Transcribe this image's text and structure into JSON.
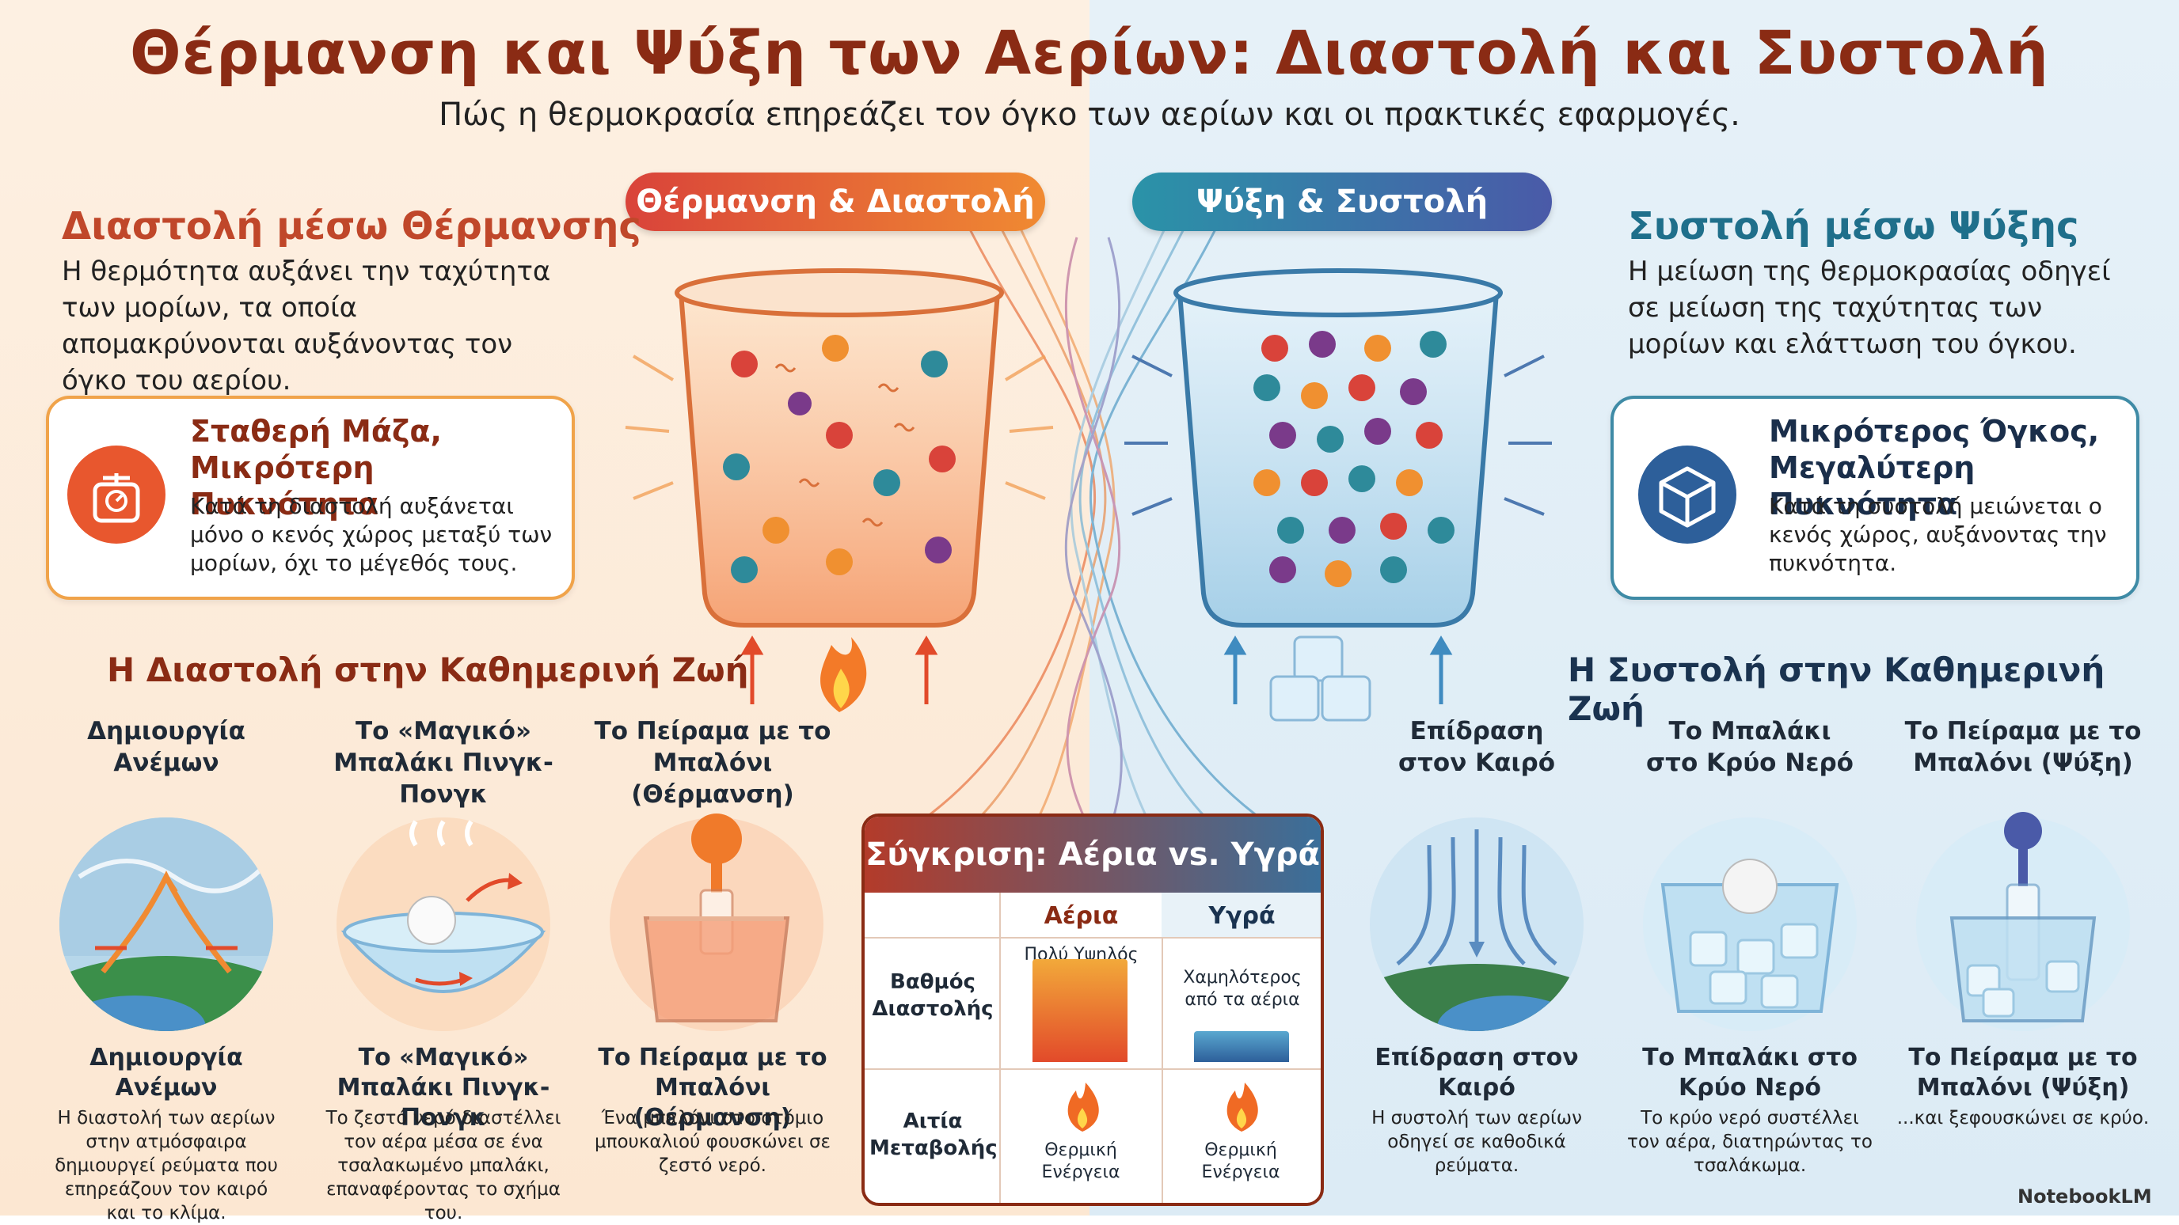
{
  "title": "Θέρμανση και Ψύξη των Αερίων: Διαστολή και Συστολή",
  "subtitle": "Πώς η θερμοκρασία επηρεάζει τον όγκο των αερίων και οι πρακτικές εφαρμογές.",
  "pills": {
    "heat": "Θέρμανση & Διαστολή",
    "cool": "Ψύξη & Συστολή"
  },
  "left_section": {
    "title": "Διαστολή μέσω Θέρμανσης",
    "text": "Η θερμότητα αυξάνει την ταχύτητα των μορίων, τα οποία απομακρύνονται αυξάνοντας τον όγκο του αερίου."
  },
  "right_section": {
    "title": "Συστολή μέσω Ψύξης",
    "text": "Η μείωση της θερμοκρασίας οδηγεί σε μείωση της ταχύτητας των μορίων και ελάττωση του όγκου."
  },
  "callout_left": {
    "title_1": "Σταθερή Μάζα,",
    "title_2": "Μικρότερη Πυκνότητα",
    "text": "Κατά τη διαστολή αυξάνεται μόνο ο κενός χώρος μεταξύ των μορίων, όχι το μέγεθός τους."
  },
  "callout_right": {
    "title_1": "Μικρότερος Όγκος,",
    "title_2": "Μεγαλύτερη Πυκνότητα",
    "text": "Κατά τη συστολή μειώνεται ο κενός χώρος, αυξάνοντας την πυκνότητα."
  },
  "life_left": {
    "title": "Η Διαστολή στην Καθημερινή Ζωή",
    "items": [
      {
        "heading": "Δημιουργία\nΑνέμων",
        "caption": "Δημιουργία Ανέμων",
        "text": "Η διαστολή των αερίων στην ατμόσφαιρα δημιουργεί ρεύματα που επηρεάζουν τον καιρό και το κλίμα."
      },
      {
        "heading": "Το «Μαγικό»\nΜπαλάκι Πινγκ-Πονγκ",
        "caption": "Το «Μαγικό» Μπαλάκι Πινγκ-Πονγκ",
        "text": "Το ζεστό νερό διαστέλλει τον αέρα μέσα σε ένα τσαλακωμένο μπαλάκι, επαναφέροντας το σχήμα του."
      },
      {
        "heading": "Το Πείραμα με το\nΜπαλόνι (Θέρμανση)",
        "caption": "Το Πείραμα με το Μπαλόνι (Θέρμανση)",
        "text": "Ένα μπαλόνι στο στόμιο μπουκαλιού φουσκώνει σε ζεστό νερό."
      }
    ]
  },
  "life_right": {
    "title": "Η Συστολή στην Καθημερινή Ζωή",
    "items": [
      {
        "heading": "Επίδραση\nστον Καιρό",
        "caption": "Επίδραση στον Καιρό",
        "text": "Η συστολή των αερίων οδηγεί σε καθοδικά ρεύματα."
      },
      {
        "heading": "Το Μπαλάκι\nστο Κρύο Νερό",
        "caption": "Το Μπαλάκι στο Κρύο Νερό",
        "text": "Το κρύο νερό συστέλλει τον αέρα, διατηρώντας το τσαλάκωμα."
      },
      {
        "heading": "Το Πείραμα με το\nΜπαλόνι (Ψύξη)",
        "caption": "Το Πείραμα με το Μπαλόνι (Ψύξη)",
        "text": "...και ξεφουσκώνει σε κρύο."
      }
    ]
  },
  "comparison": {
    "title": "Σύγκριση: Αέρια vs. Υγρά",
    "col_gas": "Αέρια",
    "col_liquid": "Υγρά",
    "row1_label": "Βαθμός Διαστολής",
    "row1_gas": "Πολύ Υψηλός",
    "row1_liquid": "Χαμηλότερος από τα αέρια",
    "row2_label": "Αιτία Μεταβολής",
    "row2_gas": "Θερμική Ενέργεια",
    "row2_liquid": "Θερμική Ενέργεια",
    "bar_gas_level": 1.0,
    "bar_liquid_level": 0.3
  },
  "logo": "NotebookLM",
  "colors": {
    "heat": "#e8572e",
    "cool": "#2f86b0",
    "title": "#8a2b14"
  },
  "icons": [
    "scale-icon",
    "cube-icon",
    "flame-icon",
    "ice-cubes-icon"
  ]
}
